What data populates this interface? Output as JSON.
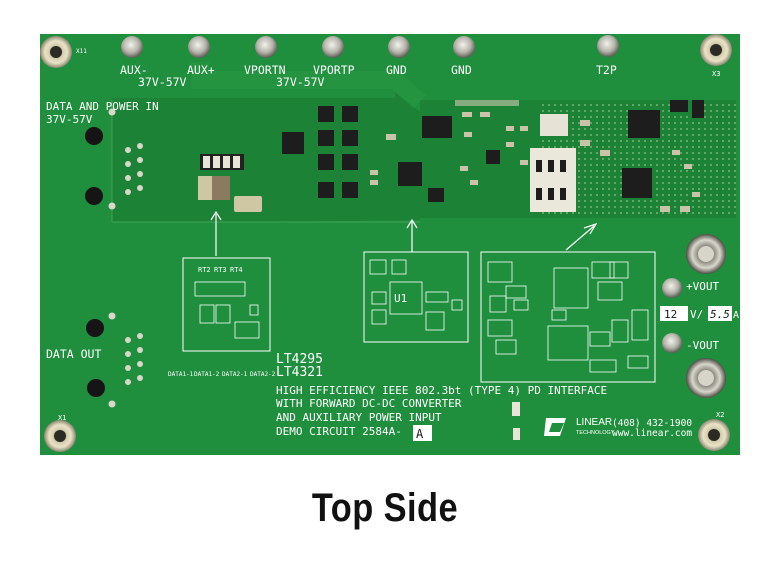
{
  "caption": "Top Side",
  "colors": {
    "pcb": "#1e8f3c",
    "pcb_dark": "#157a30",
    "silk": "#ffffff",
    "ic": "#1d1d1d",
    "pad": "#c9c3a8"
  },
  "labels": {
    "aux_minus": "AUX-",
    "aux_plus": "AUX+",
    "vportn": "VPORTN",
    "vportp": "VPORTP",
    "gnd1": "GND",
    "gnd2": "GND",
    "t2p": "T2P",
    "range1": "37V-57V",
    "range2": "37V-57V",
    "data_power_in": "DATA AND POWER IN",
    "data_power_range": "37V-57V",
    "data_out": "DATA OUT",
    "vout_plus": "+VOUT",
    "vout_minus": "-VOUT",
    "v_out_mark": "V/",
    "v_val": "12",
    "a_val": "5.5",
    "a_mark": "A",
    "part1": "LT4295",
    "part2": "LT4321",
    "desc1": "HIGH EFFICIENCY IEEE 802.3bt (TYPE 4) PD INTERFACE",
    "desc2": "WITH FORWARD DC-DC CONVERTER",
    "desc3": "AND AUXILIARY POWER INPUT",
    "desc4": "DEMO CIRCUIT 2584A-",
    "rev": "A",
    "phone": "(408) 432-1900",
    "web": "www.linear.com",
    "brand": "LINEAR",
    "brand_sub": "TECHNOLOGY",
    "u1": "U1",
    "data1": "DATA1-1",
    "data2": "DATA1-2",
    "data3": "DATA2-1",
    "data4": "DATA2-2",
    "x1": "X1",
    "x2": "X2",
    "x3": "X3",
    "x11": "X11",
    "rt2": "RT2",
    "rt3": "RT3",
    "rt4": "RT4"
  }
}
